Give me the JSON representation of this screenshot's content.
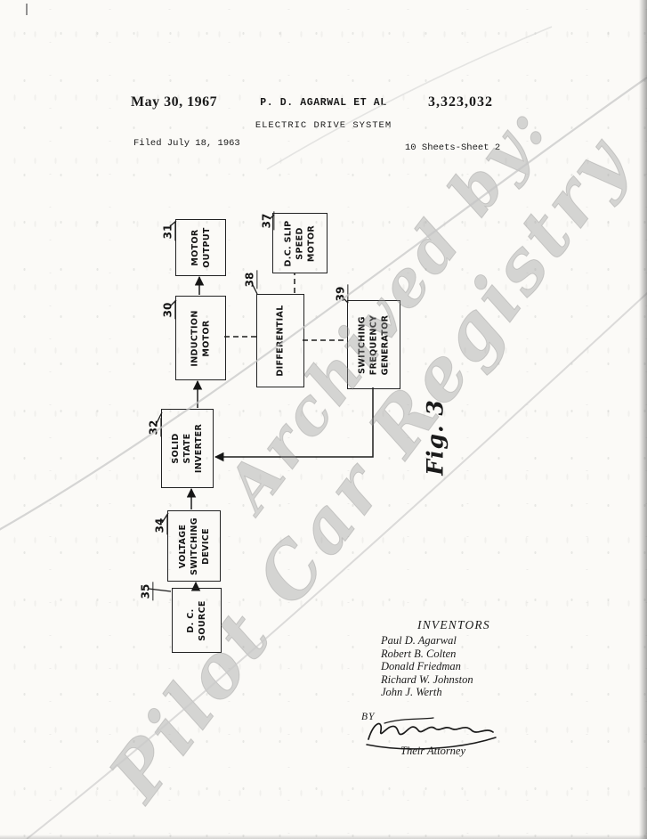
{
  "header": {
    "date": "May 30, 1967",
    "authors": "P. D. AGARWAL ET AL",
    "patent_number": "3,323,032",
    "title": "ELECTRIC DRIVE SYSTEM",
    "filed": "Filed July 18, 1963",
    "sheet": "10 Sheets-Sheet 2"
  },
  "figure": {
    "label": "Fig. 3",
    "blocks": [
      {
        "ref": "31",
        "text": "MOTOR\nOUTPUT"
      },
      {
        "ref": "37",
        "text": "D.C. SLIP\nSPEED\nMOTOR"
      },
      {
        "ref": "30",
        "text": "INDUCTION\nMOTOR"
      },
      {
        "ref": "38",
        "text": "DIFFERENTIAL"
      },
      {
        "ref": "39",
        "text": "SWITCHING\nFREQUENCY\nGENERATOR"
      },
      {
        "ref": "32",
        "text": "SOLID STATE\nINVERTER"
      },
      {
        "ref": "34",
        "text": "VOLTAGE\nSWITCHING\nDEVICE"
      },
      {
        "ref": "35",
        "text": "D. C.\nSOURCE"
      }
    ]
  },
  "signing": {
    "inventors_heading": "INVENTORS",
    "inventors": [
      "Paul D. Agarwal",
      "Robert B. Colten",
      "Donald Friedman",
      "Richard W. Johnston",
      "John J. Werth"
    ],
    "by_label": "BY",
    "attorney_label": "Their Attorney"
  },
  "watermark": {
    "line1": "Archived by:",
    "line2": "Pilot Car Registry"
  }
}
